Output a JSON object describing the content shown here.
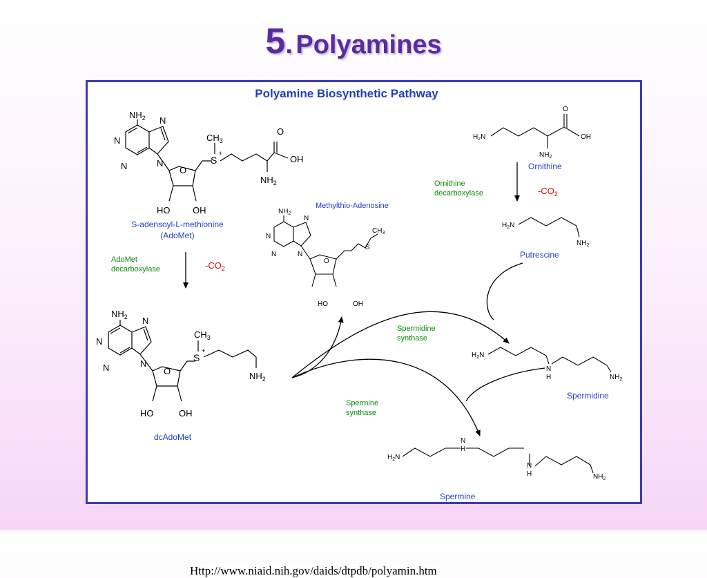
{
  "slide": {
    "number": "5",
    "dot": ".",
    "title": "Polyamines"
  },
  "diagram": {
    "title": "Polyamine Biosynthetic Pathway",
    "compounds": {
      "adomet_name": "S-adensoyl-L-methionine",
      "adomet_abbr": "(AdoMet)",
      "dcadomet": "dcAdoMet",
      "mta": "Methylthio-Adenosine",
      "ornithine": "Ornithine",
      "putrescine": "Putrescine",
      "spermidine": "Spermidine",
      "spermine": "Spermine"
    },
    "enzymes": {
      "adomet_dc_1": "AdoMet",
      "adomet_dc_2": "decarboxylase",
      "ornithine_dc_1": "Ornithine",
      "ornithine_dc_2": "decarboxylase",
      "spd_synthase_1": "Spermidine",
      "spd_synthase_2": "synthase",
      "spm_synthase_1": "Spermine",
      "spm_synthase_2": "synthase"
    },
    "co2_label": "-CO",
    "co2_sub": "2",
    "atoms": {
      "nh2": "NH",
      "sub2": "2",
      "n": "N",
      "o": "O",
      "oh": "OH",
      "ho": "HO",
      "s": "S",
      "ch3": "CH",
      "sub3": "3",
      "plus": "+",
      "h2n": "H",
      "h": "H"
    },
    "colors": {
      "title": "#1f3fbf",
      "compound": "#1f3fbf",
      "enzyme": "#0a8a0a",
      "co2": "#e00000",
      "frame": "#3b3bb5",
      "slide_title": "#5a2ca0"
    }
  },
  "source_url": "Http://www.niaid.nih.gov/daids/dtpdb/polyamin.htm"
}
